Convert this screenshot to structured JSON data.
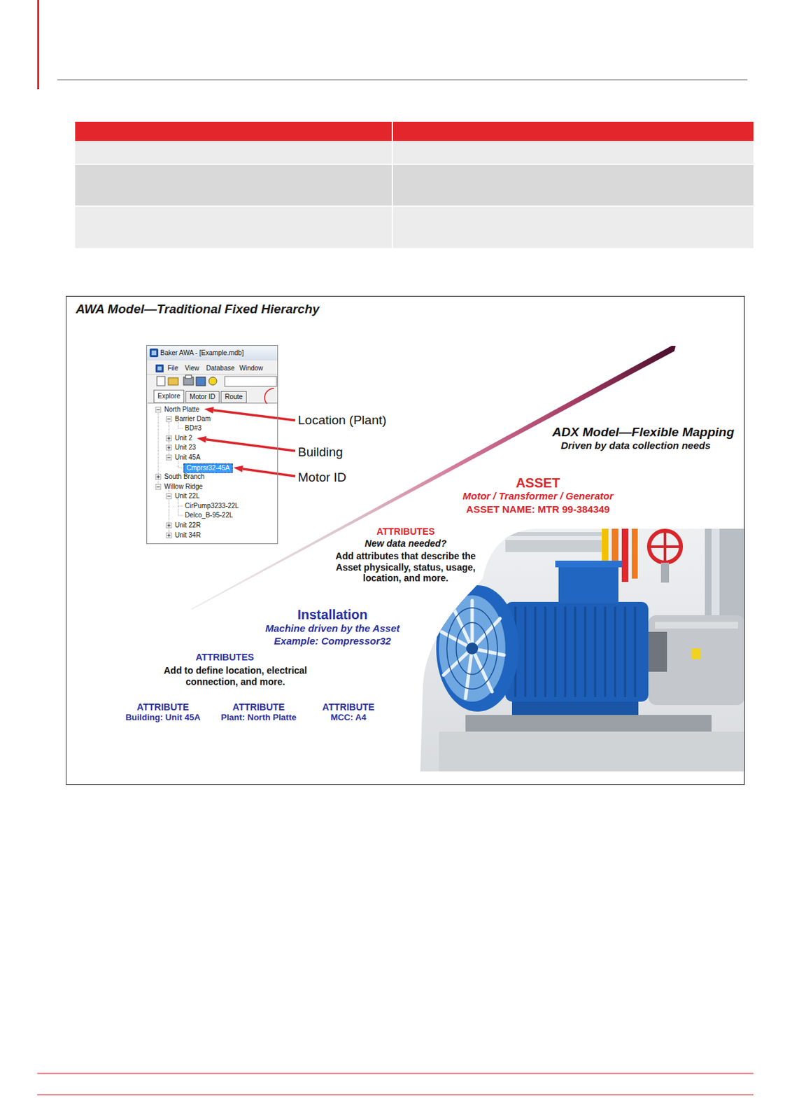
{
  "diagram": {
    "nodes": [
      {
        "text": [
          "AWA Model—Traditional Fixed Hierarchy"
        ]
      },
      {
        "text": [
          "Baker AWA - [Example.mdb]"
        ],
        "in": 0
      },
      {
        "text": [
          "Explore"
        ],
        "in": 1
      },
      {
        "text": [
          "Motor ID"
        ],
        "in": 1
      },
      {
        "text": [
          "Route"
        ],
        "in": 1
      },
      {
        "text": [
          "Cmprsr32-45A"
        ],
        "in": 1
      }
    ],
    "labels": [
      "File",
      "View",
      "Database",
      "Window",
      "North Platte",
      "Barrier Dam",
      "BD#3",
      "Unit 2",
      "Unit 23",
      "Unit 45A",
      "South Branch",
      "Willow Ridge",
      "Unit 22L",
      "CirPump3233-22L",
      "Delco_B-95-22L",
      "Unit 22R",
      "Unit 34R",
      "Location (Plant)",
      "Building",
      "Motor ID",
      "ADX Model—Flexible Mapping",
      "Driven by data collection needs",
      "ASSET",
      "Motor / Transformer / Generator",
      "ASSET NAME: MTR 99-384349",
      "ATTRIBUTES",
      "New data needed?",
      "Add attributes that describe the Asset physically, status, usage, location, and more.",
      "Installation",
      "Machine driven by the Asset",
      "Example: Compressor32",
      "ATTRIBUTES",
      "Add to define location, electrical connection, and more.",
      "ATTRIBUTE",
      "Building: Unit 45A",
      "ATTRIBUTE",
      "Plant: North Platte",
      "ATTRIBUTE",
      "MCC: A4"
    ]
  }
}
